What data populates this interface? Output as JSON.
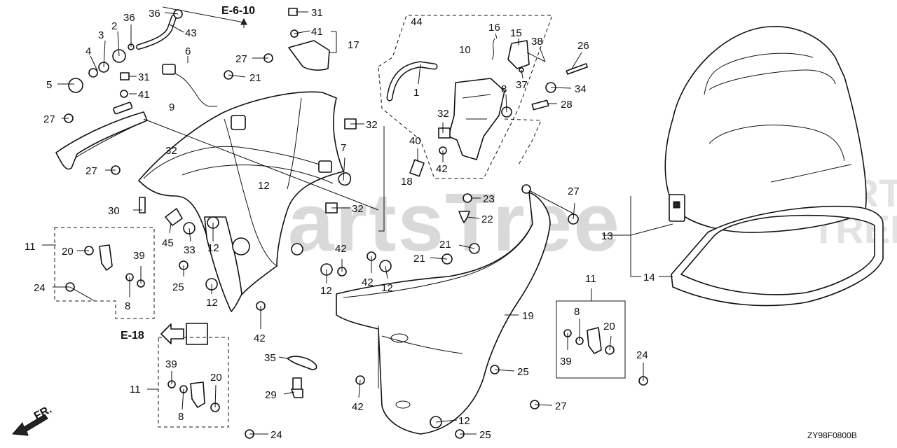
{
  "watermark": {
    "main": "PartsTree",
    "small_line1": "PARTS",
    "small_line2": "TREE"
  },
  "references": {
    "top": "E-6-10",
    "left": "E-18",
    "front": "FR."
  },
  "diagram_code": "ZY98F0800B",
  "callouts": [
    "1",
    "2",
    "3",
    "4",
    "5",
    "6",
    "7",
    "8",
    "8",
    "8",
    "8",
    "9",
    "10",
    "11",
    "11",
    "11",
    "12",
    "12",
    "12",
    "12",
    "12",
    "12",
    "13",
    "14",
    "15",
    "16",
    "17",
    "18",
    "19",
    "20",
    "20",
    "20",
    "21",
    "21",
    "21",
    "22",
    "23",
    "24",
    "24",
    "24",
    "25",
    "25",
    "25",
    "26",
    "27",
    "27",
    "27",
    "27",
    "27",
    "28",
    "29",
    "30",
    "31",
    "31",
    "32",
    "32",
    "32",
    "32",
    "33",
    "34",
    "35",
    "36",
    "36",
    "37",
    "38",
    "39",
    "39",
    "39",
    "40",
    "41",
    "41",
    "42",
    "42",
    "42",
    "42",
    "42",
    "43",
    "44",
    "45"
  ]
}
